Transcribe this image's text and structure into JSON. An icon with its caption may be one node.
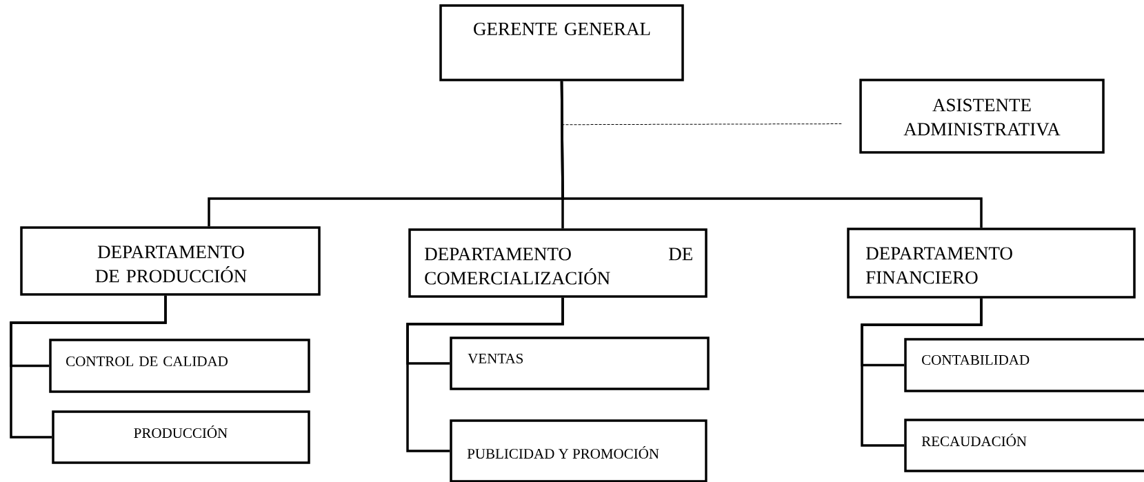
{
  "diagram": {
    "nodes": [
      {
        "text": [
          "GERENTE GENERAL"
        ]
      },
      {
        "text": [
          "ASISTENTE ADMINISTRATIVA"
        ]
      },
      {
        "text": [
          "DEPARTAMENTO DE PRODUCCIÓN"
        ]
      },
      {
        "text": [
          "DEPARTAMENTO DE COMERCIALIZACIÓN"
        ]
      },
      {
        "text": [
          "DEPARTAMENTO FINANCIERO"
        ]
      },
      {
        "text": [
          "CONTROL DE CALIDAD"
        ]
      },
      {
        "text": [
          "PRODUCCIÓN"
        ]
      },
      {
        "text": [
          "VENTAS"
        ]
      },
      {
        "text": [
          "PUBLICIDAD Y PROMOCIÓN"
        ]
      },
      {
        "text": [
          "CONTABILIDAD"
        ]
      },
      {
        "text": [
          "RECAUDACIÓN"
        ]
      }
    ],
    "edges": [
      {
        "from": 0,
        "to": 1,
        "arrow": "none",
        "style": "dashed"
      },
      {
        "from": 0,
        "to": 2,
        "arrow": "none"
      },
      {
        "from": 0,
        "to": 3,
        "arrow": "none"
      },
      {
        "from": 0,
        "to": 4,
        "arrow": "none"
      },
      {
        "from": 2,
        "to": 5,
        "arrow": "none"
      },
      {
        "from": 2,
        "to": 6,
        "arrow": "none"
      },
      {
        "from": 3,
        "to": 7,
        "arrow": "none"
      },
      {
        "from": 3,
        "to": 8,
        "arrow": "none"
      },
      {
        "from": 4,
        "to": 9,
        "arrow": "none"
      },
      {
        "from": 4,
        "to": 10,
        "arrow": "none"
      }
    ]
  }
}
